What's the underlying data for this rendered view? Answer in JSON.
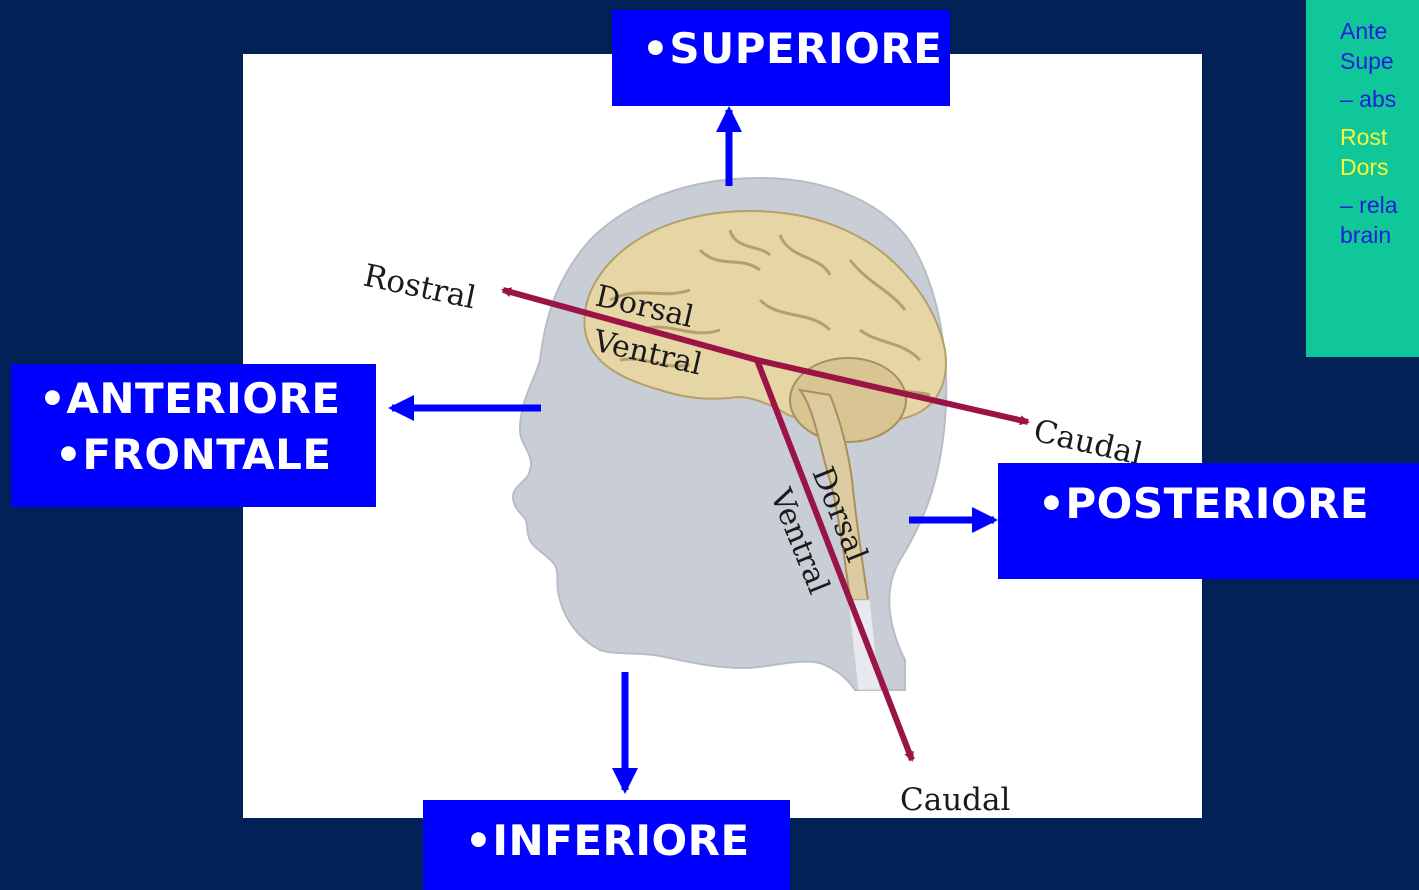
{
  "labels": {
    "superiore": "•SUPERIORE",
    "inferiore": "•INFERIORE",
    "posteriore": "•POSTERIORE",
    "anteriore": "•ANTERIORE",
    "frontale": "•FRONTALE"
  },
  "figure_labels": {
    "rostral": "Rostral",
    "caudal_horizontal": "Caudal",
    "caudal_vertical": "Caudal",
    "dorsal_horizontal": "Dorsal",
    "ventral_horizontal": "Ventral",
    "dorsal_vertical": "Dorsal",
    "ventral_vertical": "Ventral"
  },
  "note": {
    "line1": "Ante",
    "line2": "Supe",
    "line3": "– abs",
    "line4": "Rost",
    "line5": "Dors",
    "line6": "– rela",
    "line7": "brain"
  },
  "colors": {
    "background": "#022157",
    "label_box": "#0000ff",
    "axis_line": "#9b1446",
    "note_box": "#10c79a"
  }
}
